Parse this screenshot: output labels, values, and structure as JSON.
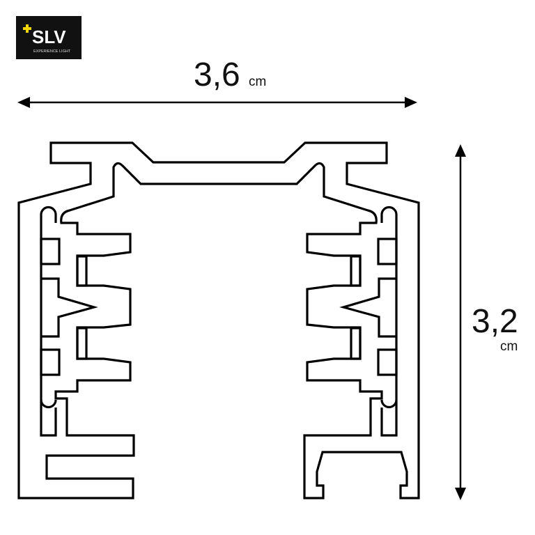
{
  "logo": {
    "brand": "SLV",
    "tagline": "EXPERIENCE LIGHT",
    "background": "#111111",
    "accent": "#f2d600"
  },
  "dimensions": {
    "width": {
      "value": "3,6",
      "unit": "cm"
    },
    "height": {
      "value": "3,2",
      "unit": "cm"
    }
  }
}
